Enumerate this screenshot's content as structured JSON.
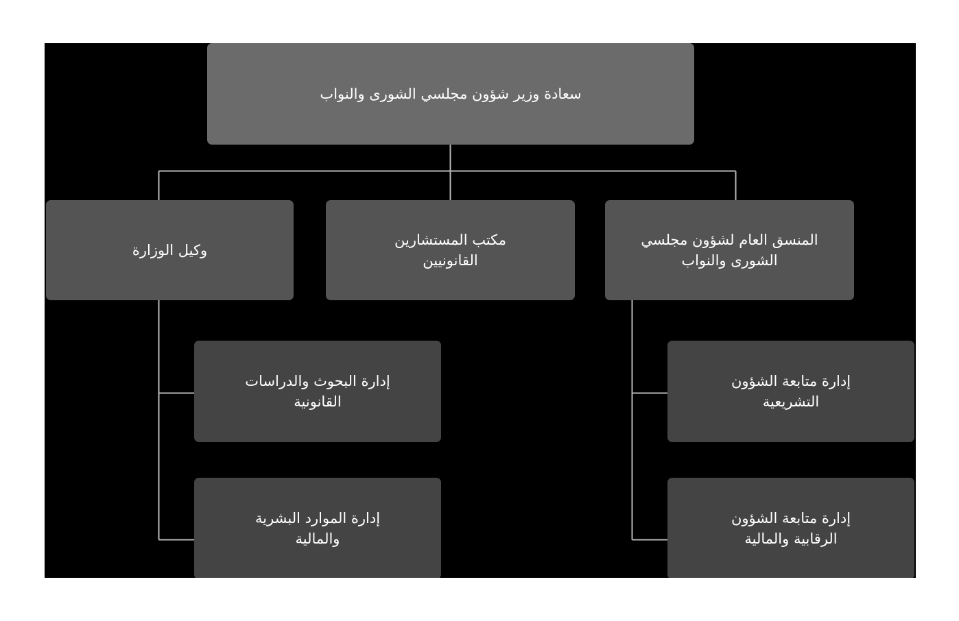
{
  "page": {
    "background_color": "#ffffff",
    "canvas_color": "#000000",
    "connector_color": "#b8b8b8",
    "text_color": "#ffffff"
  },
  "chart": {
    "type": "org-chart",
    "direction": "rtl",
    "language": "ar"
  },
  "nodes": {
    "root": {
      "id": "minister",
      "label": "سعادة وزير شؤون مجلسي الشورى والنواب",
      "level": 1,
      "color": "#6b6b6b"
    },
    "undersecretary": {
      "id": "undersecretary",
      "label": "وكيل الوزارة",
      "level": 2,
      "color": "#545454"
    },
    "legal_advisors_office": {
      "id": "legal-advisors-office",
      "label": "مكتب المستشارين\nالقانونيين",
      "level": 2,
      "color": "#545454"
    },
    "general_coordinator": {
      "id": "general-coordinator",
      "label": "المنسق العام لشؤون مجلسي\nالشورى والنواب",
      "level": 2,
      "color": "#545454"
    },
    "legal_research": {
      "id": "legal-research-studies",
      "label": "إدارة البحوث والدراسات\nالقانونية",
      "level": 3,
      "color": "#444444"
    },
    "hr_finance": {
      "id": "human-resources-finance",
      "label": "إدارة الموارد البشرية\nوالمالية",
      "level": 3,
      "color": "#444444"
    },
    "legislative_affairs": {
      "id": "legislative-affairs-followup",
      "label": "إدارة متابعة الشؤون\nالتشريعية",
      "level": 3,
      "color": "#444444"
    },
    "oversight_financial_affairs": {
      "id": "oversight-financial-affairs-followup",
      "label": "إدارة متابعة الشؤون\nالرقابية والمالية",
      "level": 3,
      "color": "#444444"
    }
  }
}
